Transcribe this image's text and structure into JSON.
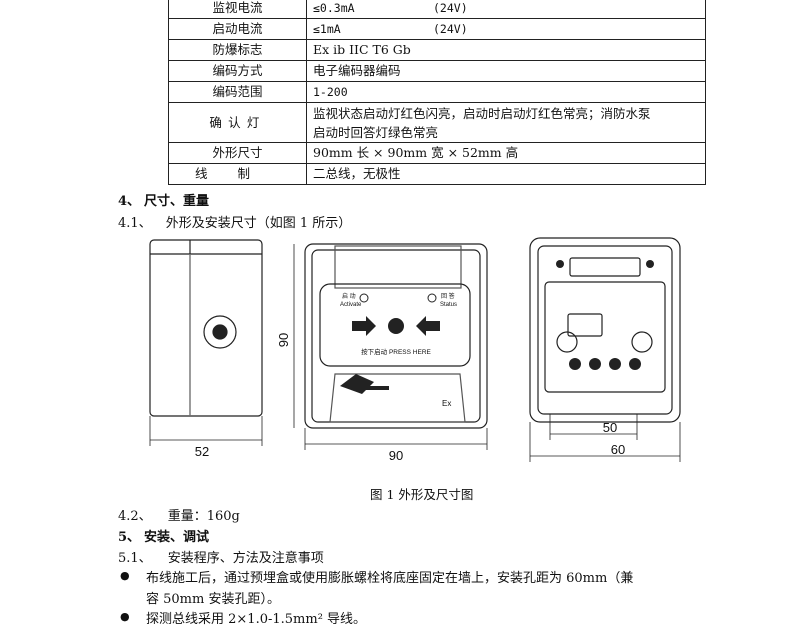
{
  "spec_table": [
    {
      "key": "监视电流",
      "value": "≤0.3mA",
      "extra": "(24V)"
    },
    {
      "key": "启动电流",
      "value": "≤1mA",
      "extra": "(24V)"
    },
    {
      "key": "防爆标志",
      "value": "Ex ib IIC T6 Gb",
      "extra": ""
    },
    {
      "key": "编码方式",
      "value": "电子编码器编码",
      "extra": ""
    },
    {
      "key": "编码范围",
      "value": "1-200",
      "extra": ""
    },
    {
      "key": "确认灯",
      "value": "监视状态启动灯红色闪亮，启动时启动灯红色常亮；消防水泵",
      "value2": "启动时回答灯绿色常亮"
    },
    {
      "key": "外形尺寸",
      "value": "90mm 长 × 90mm 宽 × 52mm 高",
      "extra": ""
    },
    {
      "key": "线制",
      "value": "二总线，无极性",
      "extra": ""
    }
  ],
  "section4": {
    "num": "4、",
    "title": "尺寸、重量"
  },
  "s41": {
    "num": "4.1、",
    "text": "外形及安装尺寸（如图 1 所示）"
  },
  "figure": {
    "dim_side_width": "52",
    "dim_front_width": "90",
    "dim_front_height": "90",
    "dim_back_hole_small": "50",
    "dim_back_hole_large": "60",
    "label_activate_cn": "启 动",
    "label_activate_en": "Activate",
    "label_status_cn": "回 答",
    "label_status_en": "Status",
    "label_press": "按下启动  PRESS HERE",
    "label_ex": "Ex",
    "caption": "图 1    外形及尺寸图"
  },
  "s42": {
    "num": "4.2、",
    "text": "重量：160g"
  },
  "section5": {
    "num": "5、",
    "title": "安装、调试"
  },
  "s51": {
    "num": "5.1、",
    "text": "安装程序、方法及注意事项"
  },
  "bullets": [
    {
      "line1": "布线施工后，通过预埋盒或使用膨胀螺栓将底座固定在墙上，安装孔距为 60mm（兼",
      "line2": "容 50mm 安装孔距）。"
    },
    {
      "line1": "探测总线采用 2×1.0-1.5mm² 导线。"
    }
  ]
}
